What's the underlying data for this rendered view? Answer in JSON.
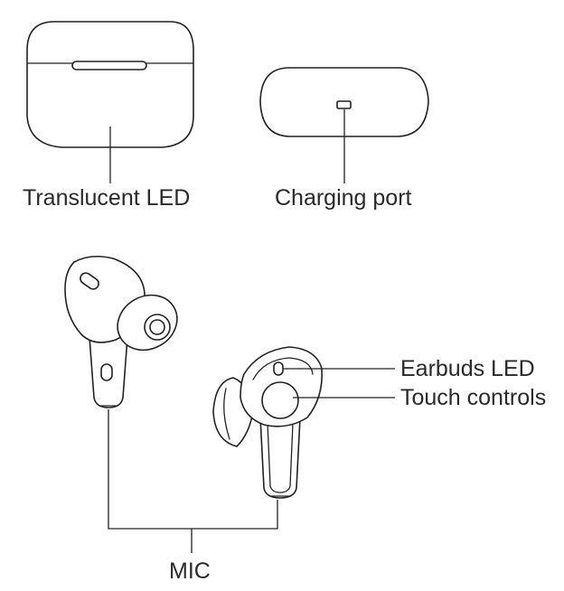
{
  "labels": {
    "translucent_led": "Translucent LED",
    "charging_port": "Charging port",
    "earbuds_led": "Earbuds LED",
    "touch_controls": "Touch controls",
    "mic": "MIC"
  },
  "colors": {
    "stroke": "#222222",
    "text": "#2a2a2a",
    "background": "#ffffff"
  }
}
